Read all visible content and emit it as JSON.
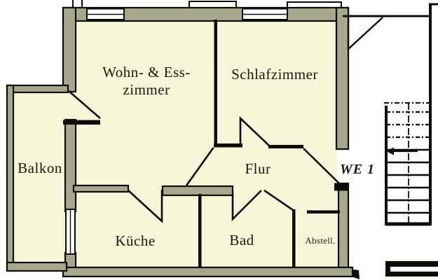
{
  "plan": {
    "rooms": {
      "living": {
        "label_line1": "Wohn- & Ess-",
        "label_line2": "zimmer"
      },
      "bedroom": {
        "label": "Schlafzimmer"
      },
      "balcony": {
        "label": "Balkon"
      },
      "hallway": {
        "label": "Flur"
      },
      "kitchen": {
        "label": "Küche"
      },
      "bathroom": {
        "label": "Bad"
      },
      "storage": {
        "label": "Abstell."
      }
    },
    "unit_label": "WE 1"
  },
  "colors": {
    "background": "#ffffff",
    "floor": "#f8f6d8",
    "wall": "#a9a78c",
    "line": "#0d0d08",
    "text": "#1b1b10"
  }
}
